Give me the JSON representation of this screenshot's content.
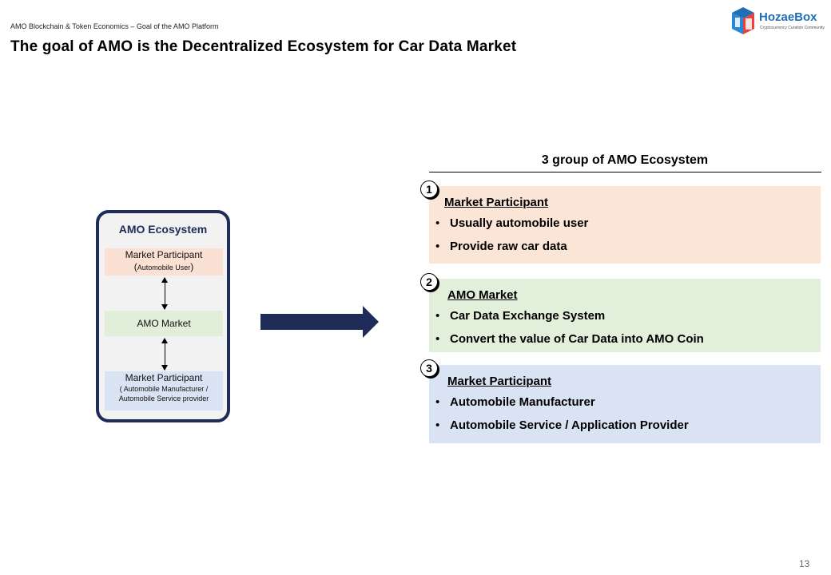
{
  "header": {
    "subtitle": "AMO Blockchain & Token Economics – Goal of the AMO Platform",
    "title": "The goal of AMO is the Decentralized Ecosystem for Car Data Market"
  },
  "logo": {
    "name": "HozaeBox",
    "tagline": "Cryptocurrency Curation Community",
    "colors": [
      "#1f6fb5",
      "#e8423b"
    ]
  },
  "ecosystem": {
    "title": "AMO Ecosystem",
    "top": {
      "label": "Market Participant",
      "sub": "Automobile User"
    },
    "middle": {
      "label": "AMO Market"
    },
    "bottom": {
      "label": "Market Participant",
      "sub": "( Automobile Manufacturer / Automobile Service provider"
    }
  },
  "groups": {
    "heading": "3 group of AMO Ecosystem",
    "items": [
      {
        "number": "1",
        "title": "Market Participant",
        "bullets": [
          "Usually automobile user",
          "Provide raw car data"
        ],
        "color": "#fbe5d6"
      },
      {
        "number": "2",
        "title": "AMO Market",
        "bullets": [
          "Car Data Exchange System",
          "Convert the value of Car Data into AMO Coin"
        ],
        "color": "#e2efda"
      },
      {
        "number": "3",
        "title": "Market Participant",
        "bullets": [
          "Automobile Manufacturer",
          "Automobile Service / Application Provider"
        ],
        "color": "#dae3f3"
      }
    ]
  },
  "colors": {
    "navy": "#1f2c57"
  },
  "page_number": "13"
}
